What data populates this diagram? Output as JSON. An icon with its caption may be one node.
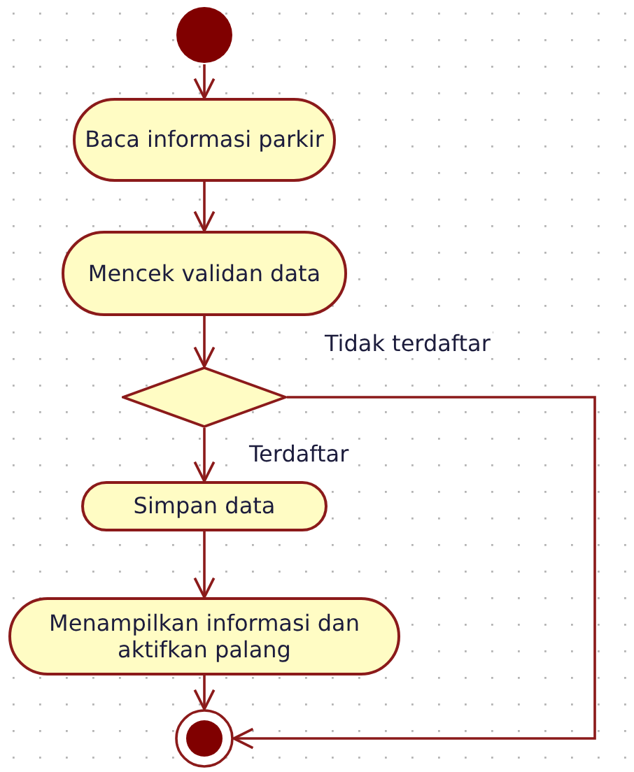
{
  "diagram": {
    "nodes": [
      {
        "text": [],
        "shape": "circle"
      },
      {
        "text": [
          "Baca informasi parkir"
        ]
      },
      {
        "text": [
          "Mencek validan data"
        ]
      },
      {
        "text": [],
        "shape": "diamond"
      },
      {
        "text": [
          "Simpan data"
        ]
      },
      {
        "text": [
          "Menampilkan informasi dan aktifkan palang"
        ]
      },
      {
        "text": [],
        "shape": "bullseye"
      }
    ],
    "edges": [
      {
        "from": 0,
        "to": 1,
        "arrow": "to"
      },
      {
        "from": 1,
        "to": 2,
        "arrow": "to"
      },
      {
        "from": 2,
        "to": 3,
        "arrow": "to"
      },
      {
        "from": 3,
        "to": 4,
        "arrow": "to",
        "label": "Terdaftar"
      },
      {
        "from": 4,
        "to": 5,
        "arrow": "to"
      },
      {
        "from": 5,
        "to": 6,
        "arrow": "to"
      },
      {
        "from": 3,
        "to": 6,
        "arrow": "to",
        "label": "Tidak terdaftar"
      }
    ]
  }
}
